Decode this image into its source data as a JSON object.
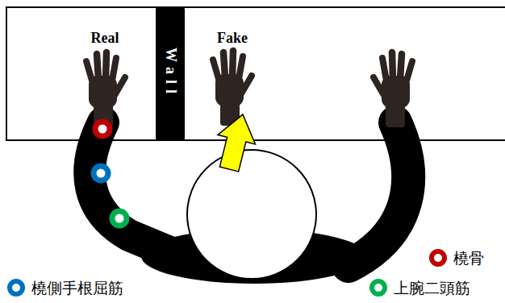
{
  "diagram": {
    "nodes": [
      {
        "text": [
          "Real",
          "Fake"
        ]
      },
      {
        "text": [
          "Wall"
        ],
        "in": 0
      }
    ],
    "legend": [
      {
        "text": "橈骨",
        "color": "#c00000"
      },
      {
        "text": "橈側手根屈筋",
        "color": "#0070c0"
      },
      {
        "text": "上腕二頭筋",
        "color": "#00b050"
      }
    ]
  }
}
